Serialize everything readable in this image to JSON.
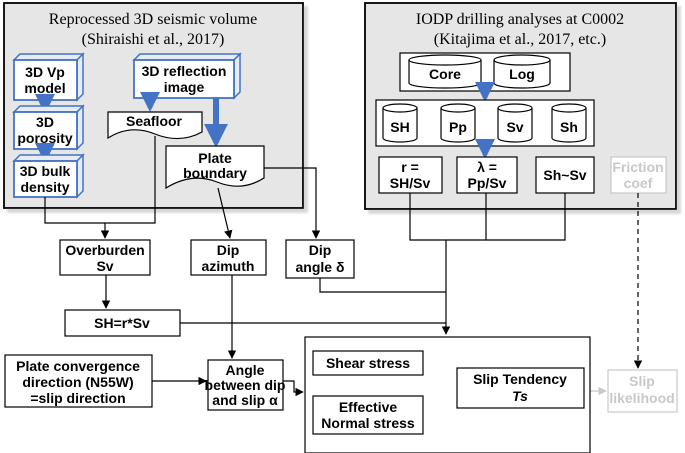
{
  "colors": {
    "panel_bg": "#e6e6e6",
    "blue": "#4472c4",
    "text": "#000000",
    "faded": "#c8c8c8"
  },
  "seismic_panel": {
    "title": "Reprocessed 3D seismic volume",
    "citation": "(Shiraishi et al., 2017)",
    "vp_model": [
      "3D Vp",
      "model"
    ],
    "porosity": [
      "3D",
      "porosity"
    ],
    "bulk_density": [
      "3D bulk",
      "density"
    ],
    "reflection_image": [
      "3D reflection",
      "image"
    ],
    "seafloor": "Seafloor",
    "plate_boundary": [
      "Plate",
      "boundary"
    ]
  },
  "iodp_panel": {
    "title": "IODP drilling analyses at C0002",
    "citation": "(Kitajima et al., 2017, etc.)",
    "core": "Core",
    "log": "Log",
    "cylinders": [
      "SH",
      "Pp",
      "Sv",
      "Sh"
    ],
    "ratio_r": [
      "r =",
      "SH/Sv"
    ],
    "lambda": [
      "λ =",
      "Pp/Sv"
    ],
    "sh_sv": "Sh~Sv",
    "friction": [
      "Friction",
      "coef"
    ]
  },
  "overburden": [
    "Overburden",
    "Sv"
  ],
  "dip_azimuth": [
    "Dip",
    "azimuth"
  ],
  "dip_angle": [
    "Dip",
    "angle δ"
  ],
  "sh_formula": "SH=r*Sv",
  "plate_convergence": [
    "Plate convergence",
    "direction (N55W)",
    "=slip direction"
  ],
  "angle_box": [
    "Angle",
    "between dip",
    "and slip α"
  ],
  "stress_panel": {
    "shear_stress": "Shear stress",
    "effective_normal": [
      "Effective",
      "Normal stress"
    ],
    "slip_tendency": [
      "Slip Tendency",
      "Ts"
    ]
  },
  "slip_likelihood": [
    "Slip",
    "likelihood"
  ]
}
